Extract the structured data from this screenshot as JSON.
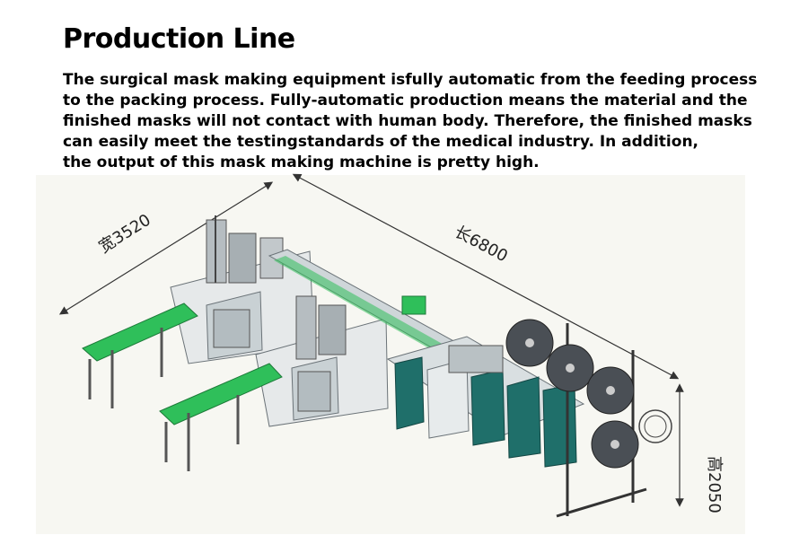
{
  "heading": "Production Line",
  "description_lines": [
    "The surgical mask making equipment isfully automatic from the feeding process",
    "to the  packing process. Fully-automatic production means the material and the",
    "finished masks will not contact with human body. Therefore, the finished masks",
    "can easily meet the testingstandards of the medical industry. In addition,",
    "the output of this mask making machine is pretty high."
  ],
  "dimensions": {
    "width_label": "宽3520",
    "length_label": "长6800",
    "height_label": "高2050"
  },
  "colors": {
    "conveyor_green": "#2fbf5a",
    "cabinet_teal": "#1f6f6a",
    "frame_gray": "#9aa3a8",
    "roll_dark": "#4a4f55"
  }
}
